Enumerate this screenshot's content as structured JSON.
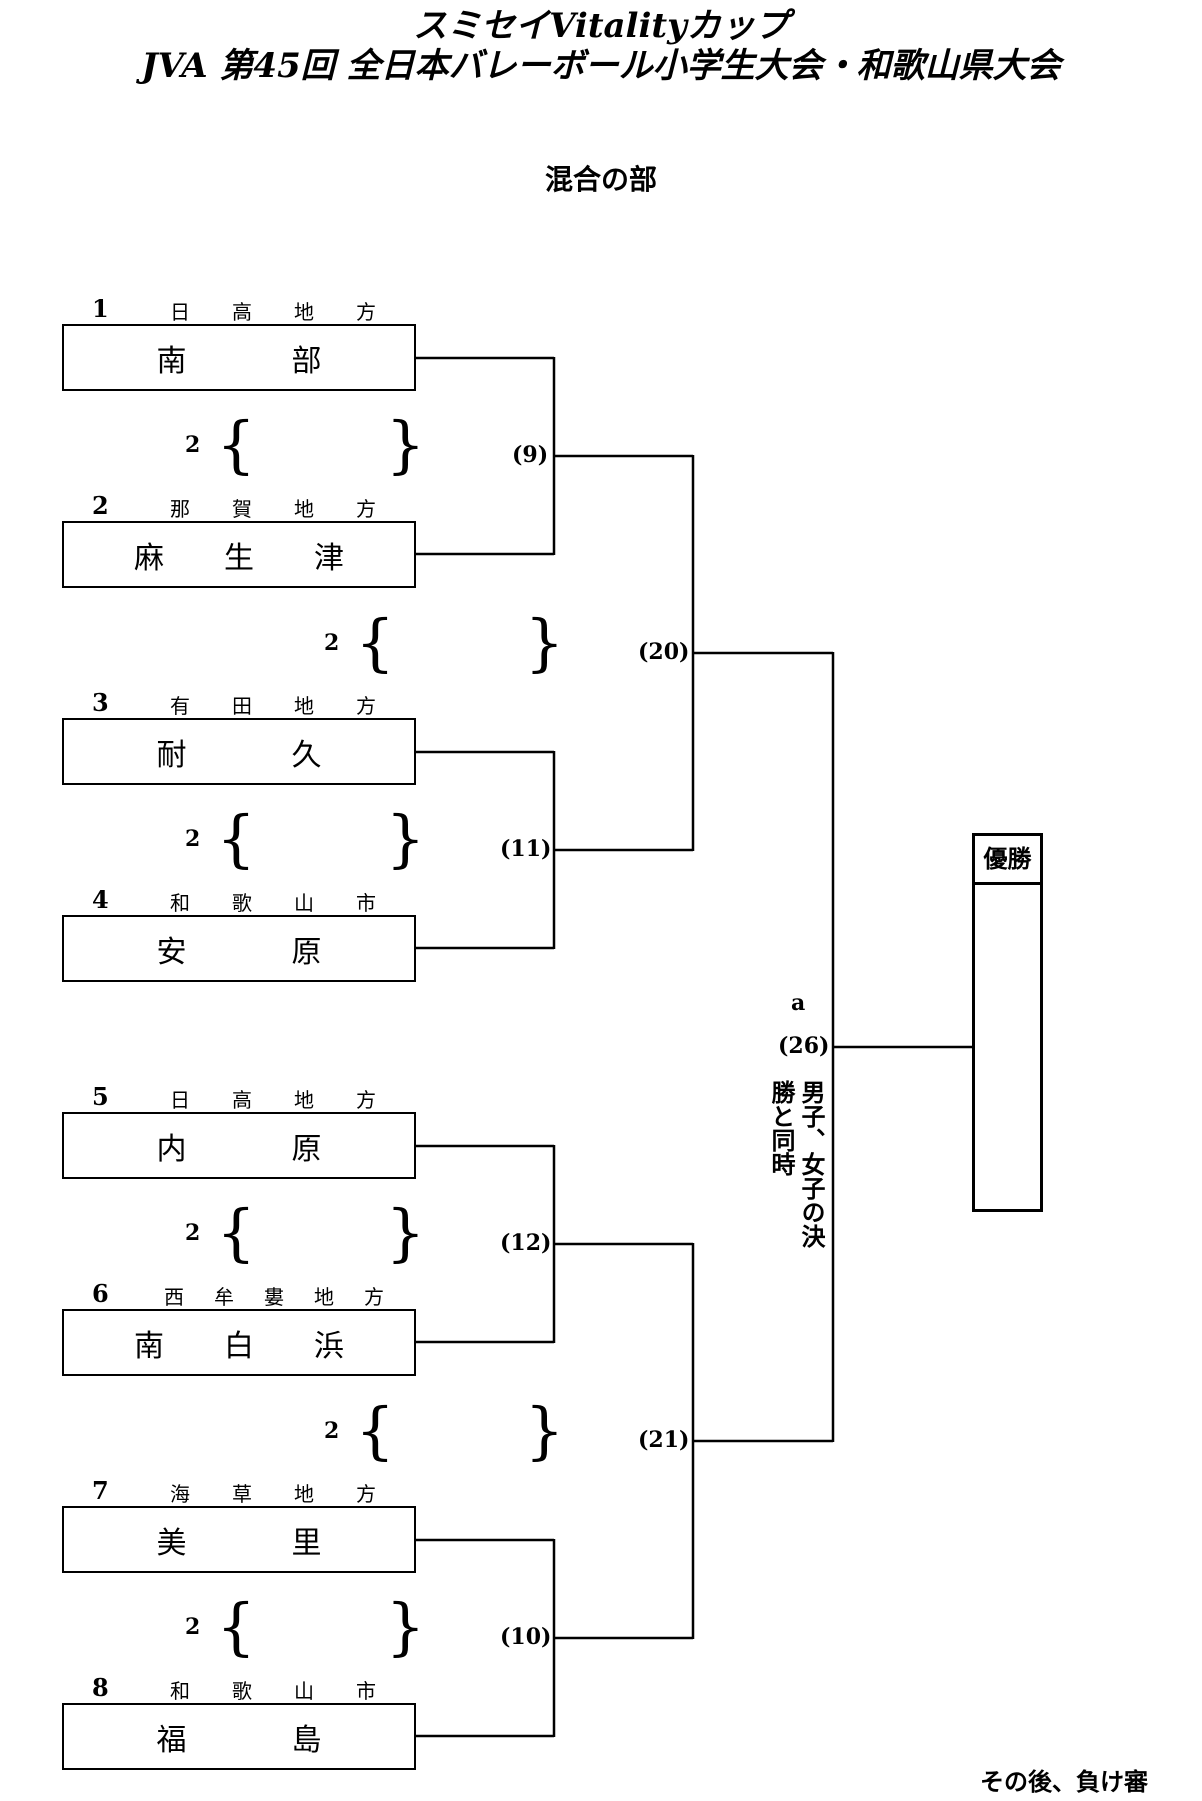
{
  "header": {
    "title_line1": "スミセイVitalityカップ",
    "title_line2": "JVA 第45回 全日本バレーボール小学生大会・和歌山県大会",
    "section": "混合の部"
  },
  "teams": [
    {
      "seed": "1",
      "region": [
        "日",
        "高",
        "地",
        "方"
      ],
      "name": [
        "南",
        "部"
      ]
    },
    {
      "seed": "2",
      "region": [
        "那",
        "賀",
        "地",
        "方"
      ],
      "name": [
        "麻",
        "生",
        "津"
      ]
    },
    {
      "seed": "3",
      "region": [
        "有",
        "田",
        "地",
        "方"
      ],
      "name": [
        "耐",
        "久"
      ]
    },
    {
      "seed": "4",
      "region": [
        "和",
        "歌",
        "山",
        "市"
      ],
      "name": [
        "安",
        "原"
      ]
    },
    {
      "seed": "5",
      "region": [
        "日",
        "高",
        "地",
        "方"
      ],
      "name": [
        "内",
        "原"
      ]
    },
    {
      "seed": "6",
      "region": [
        "西",
        "牟",
        "婁",
        "地",
        "方"
      ],
      "name": [
        "南",
        "白",
        "浜"
      ]
    },
    {
      "seed": "7",
      "region": [
        "海",
        "草",
        "地",
        "方"
      ],
      "name": [
        "美",
        "里"
      ]
    },
    {
      "seed": "8",
      "region": [
        "和",
        "歌",
        "山",
        "市"
      ],
      "name": [
        "福",
        "島"
      ]
    }
  ],
  "scores": [
    "2",
    "2",
    "2",
    "2",
    "2",
    "2"
  ],
  "matches": {
    "m9": "(9)",
    "m11": "(11)",
    "m12": "(12)",
    "m10": "(10)",
    "m20": "(20)",
    "m21": "(21)",
    "m26": "(26)",
    "court": "a"
  },
  "final_note": "男子、女子の決勝と同時",
  "champion_label": "優勝",
  "footer": "その後、負け審"
}
